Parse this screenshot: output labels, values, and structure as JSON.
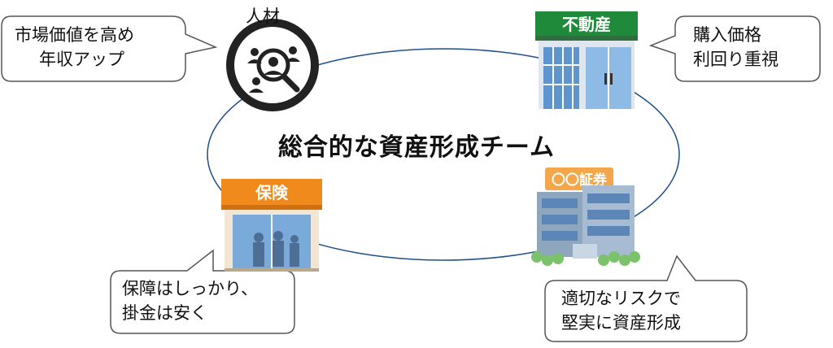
{
  "center_title": "総合的な資産形成チーム",
  "hr": {
    "label": "人材",
    "icon": "magnifier-people-icon",
    "callout": [
      "市場価値を高め",
      "年収アップ"
    ]
  },
  "real_estate": {
    "sign": "不動産",
    "icon": "real-estate-shop-icon",
    "callout": [
      "購入価格",
      "利回り重視"
    ]
  },
  "insurance": {
    "sign": "保険",
    "icon": "insurance-shop-icon",
    "callout": [
      "保障はしっかり、",
      "掛金は安く"
    ]
  },
  "securities": {
    "sign": "〇〇証券",
    "icon": "securities-building-icon",
    "callout": [
      "適切なリスクで",
      "堅実に資産形成"
    ]
  },
  "colors": {
    "real_estate_sign": "#1f8a3a",
    "insurance_sign": "#f08a1c",
    "securities_sign": "#f3a64a",
    "glass": "#6fa3d8",
    "building": "#9ab0c8"
  }
}
